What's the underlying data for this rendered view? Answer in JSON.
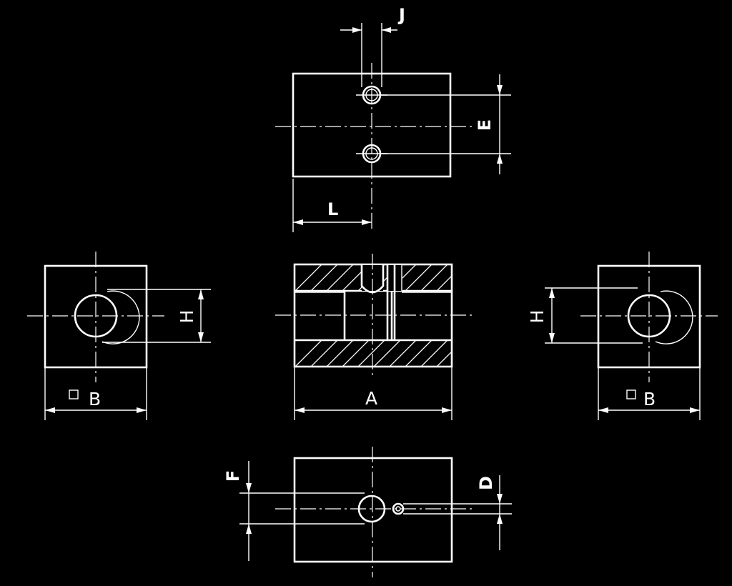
{
  "colors": {
    "background": "#000000",
    "line": "#ffffff"
  },
  "labels": {
    "J": "J",
    "E": "E",
    "L": "L",
    "H_left": "H",
    "H_right": "H",
    "B_left": "B",
    "B_right": "B",
    "A": "A",
    "F": "F",
    "D": "D"
  },
  "symbols": {
    "square": "square-symbol"
  }
}
